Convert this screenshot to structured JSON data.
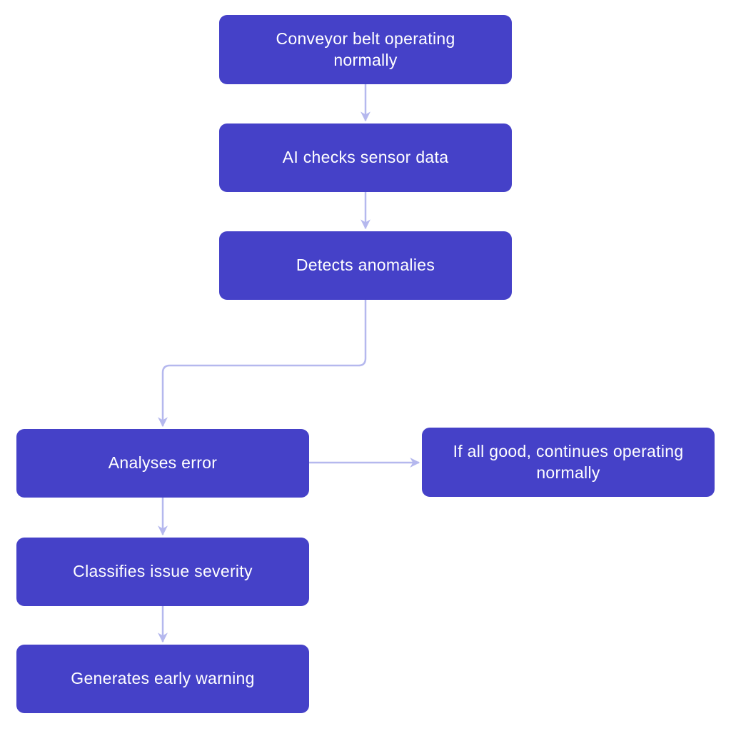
{
  "page": {
    "background_color": "#ffffff"
  },
  "diagram": {
    "type": "flowchart",
    "node_fill_color": "#4541c8",
    "node_text_color": "#ffffff",
    "connector_color": "#b5b8ee",
    "nodes": [
      {
        "id": "conveyor-normal",
        "label": "Conveyor belt operating normally"
      },
      {
        "id": "ai-checks",
        "label": "AI checks sensor data"
      },
      {
        "id": "detects-anomalies",
        "label": "Detects anomalies"
      },
      {
        "id": "analyses-error",
        "label": "Analyses error"
      },
      {
        "id": "continues-normally",
        "label": "If all good, continues operating normally"
      },
      {
        "id": "classifies-severity",
        "label": "Classifies issue severity"
      },
      {
        "id": "generates-warning",
        "label": "Generates early warning"
      }
    ],
    "edges": [
      {
        "from": "conveyor-normal",
        "to": "ai-checks"
      },
      {
        "from": "ai-checks",
        "to": "detects-anomalies"
      },
      {
        "from": "detects-anomalies",
        "to": "analyses-error"
      },
      {
        "from": "analyses-error",
        "to": "continues-normally"
      },
      {
        "from": "analyses-error",
        "to": "classifies-severity"
      },
      {
        "from": "classifies-severity",
        "to": "generates-warning"
      }
    ]
  }
}
